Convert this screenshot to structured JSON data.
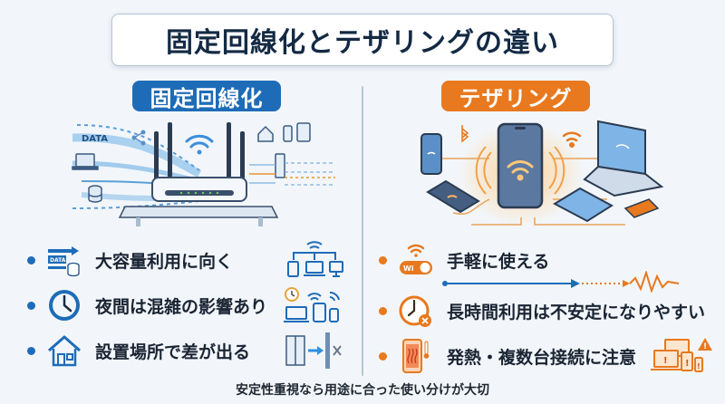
{
  "title": "固定回線化とテザリングの違い",
  "left": {
    "label": "固定回線化",
    "accent": "#1e6cb8",
    "illustration": {
      "data_label": "DATA",
      "icons": [
        "data-stream-icon",
        "laptop-icon",
        "database-icon",
        "share-icon",
        "router-icon",
        "wifi-icon",
        "home-icon",
        "smartphone-icon",
        "tablet-icon",
        "server-icon"
      ]
    },
    "features": [
      {
        "icon": "data-transfer-icon",
        "icon_label": "DATA",
        "text": "大容量利用に向く",
        "side_icon": "multi-device-network-icon"
      },
      {
        "icon": "clock-icon",
        "text": "夜間は混雑の影響あり",
        "side_icon": "congested-devices-icon"
      },
      {
        "icon": "house-icon",
        "text": "設置場所で差が出る",
        "side_icon": "wall-blocked-signal-icon"
      }
    ]
  },
  "right": {
    "label": "テザリング",
    "accent": "#e8791e",
    "illustration": {
      "icons": [
        "smartphone-hotspot-icon",
        "wifi-icon",
        "bluetooth-icon",
        "laptop-icon",
        "tablet-icon",
        "smartphone-icon"
      ]
    },
    "features": [
      {
        "icon": "wifi-toggle-icon",
        "icon_label": "Wi",
        "text": "手軽に使える"
      },
      {
        "icon": "clock-error-icon",
        "text": "長時間利用は不安定になりやすい",
        "side_icon": "unstable-signal-line-icon"
      },
      {
        "icon": "phone-heat-icon",
        "text": "発熱・複数台接続に注意",
        "side_icon": "device-warning-icon"
      }
    ]
  },
  "footer": "安定性重視なら用途に合った使い分けが大切"
}
